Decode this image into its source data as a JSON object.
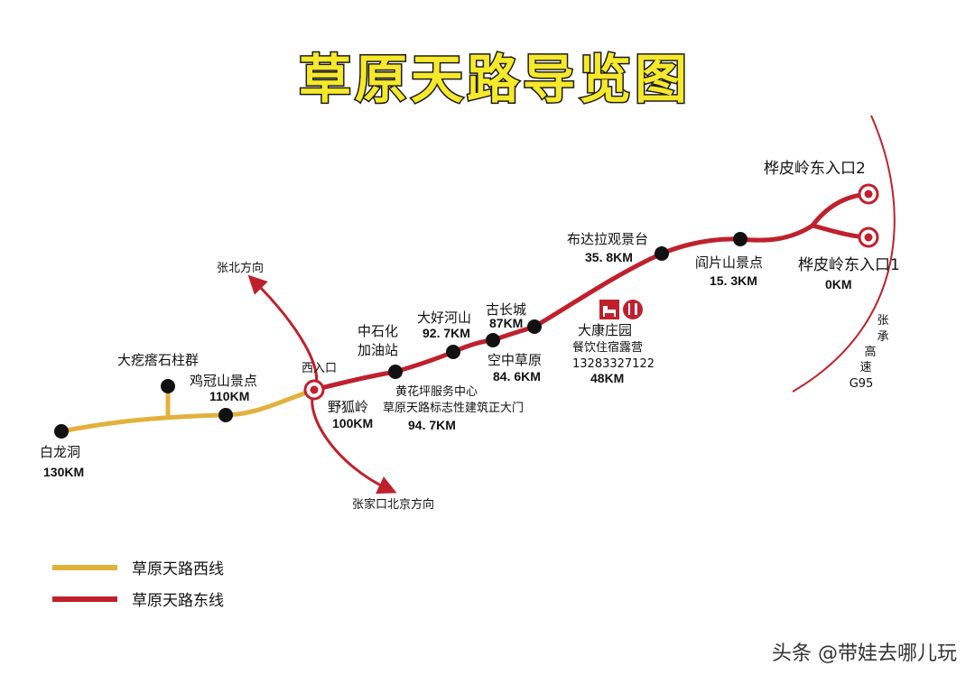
{
  "title": "草原天路导览图",
  "colors": {
    "west_line": "#e2b13c",
    "east_line": "#c0202c",
    "stop": "#111111",
    "entrance": "#c0202c",
    "title_fill": "#f5e92a"
  },
  "stops": {
    "bailongdong": {
      "name": "白龙洞",
      "km": "130KM"
    },
    "dagedashizhuqun": {
      "name": "大疙瘩石柱群"
    },
    "jiguanshan": {
      "name": "鸡冠山景点",
      "km": "110KM"
    },
    "ximenkou": {
      "name": "西入口"
    },
    "yehuling": {
      "name": "野狐岭",
      "km": "100KM"
    },
    "zhongshihua": {
      "name_line1": "中石化",
      "name_line2": "加油站"
    },
    "huanghuaping": {
      "line1": "黄花坪服务中心",
      "line2": "草原天路标志性建筑正大门",
      "km": "94. 7KM"
    },
    "dahaoheshan": {
      "name": "大好河山",
      "km": "92. 7KM"
    },
    "kongzhongcaoyuan": {
      "name": "空中草原",
      "km": "84. 6KM"
    },
    "guchangcheng": {
      "name": "古长城",
      "km": "87KM"
    },
    "dakangzhuangyuan": {
      "name": "大康庄园",
      "desc": "餐饮住宿露营",
      "phone": "13283327122",
      "km": "48KM"
    },
    "budalaguanjingtai": {
      "name": "布达拉观景台",
      "km": "35. 8KM"
    },
    "yanpianshan": {
      "name": "阎片山景点",
      "km": "15. 3KM"
    },
    "entrance1": {
      "name": "桦皮岭东入口1",
      "km": "0KM"
    },
    "entrance2": {
      "name": "桦皮岭东入口2"
    }
  },
  "directions": {
    "zhangbei": "张北方向",
    "zhangjiakou": "张家口北京方向",
    "expressway": [
      "张",
      "承",
      "高",
      "速",
      "G95"
    ]
  },
  "legend": {
    "west": "草原天路西线",
    "east": "草原天路东线"
  },
  "icons": [
    "bed-icon",
    "food-icon"
  ],
  "watermark": "头条 @带娃去哪儿玩"
}
